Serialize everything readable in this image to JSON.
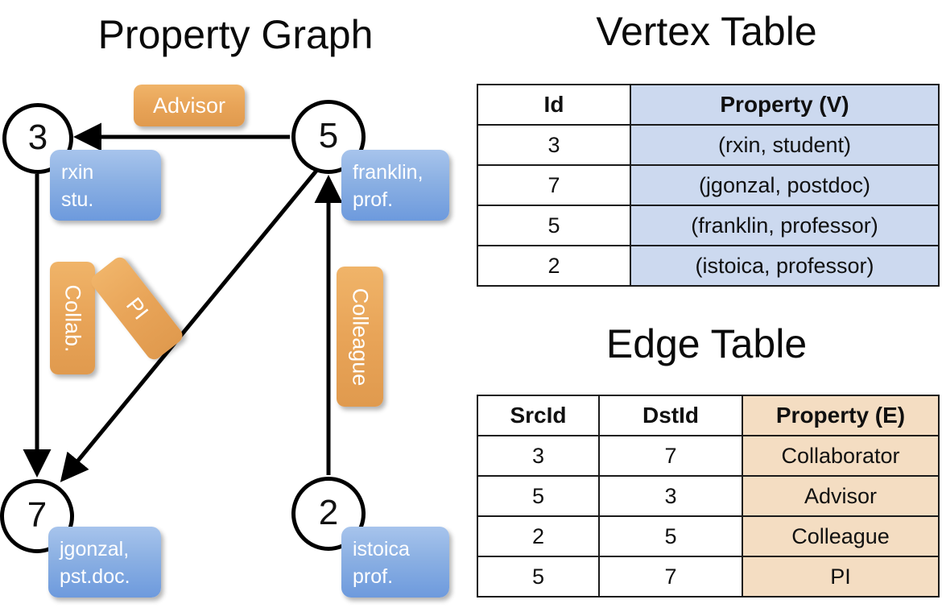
{
  "titles": {
    "property_graph": "Property Graph",
    "vertex_table": "Vertex Table",
    "edge_table": "Edge Table"
  },
  "graph": {
    "nodes": [
      {
        "id": "3",
        "property_lines": [
          "rxin",
          "stu."
        ]
      },
      {
        "id": "5",
        "property_lines": [
          "franklin,",
          "prof."
        ]
      },
      {
        "id": "7",
        "property_lines": [
          "jgonzal,",
          "pst.doc."
        ]
      },
      {
        "id": "2",
        "property_lines": [
          "istoica",
          "prof."
        ]
      }
    ],
    "edge_labels": {
      "advisor": "Advisor",
      "collab": "Collab.",
      "pi": "PI",
      "colleague": "Colleague"
    },
    "edges": [
      {
        "from": "5",
        "to": "3",
        "label": "Advisor"
      },
      {
        "from": "3",
        "to": "7",
        "label": "Collab."
      },
      {
        "from": "5",
        "to": "7",
        "label": "PI"
      },
      {
        "from": "2",
        "to": "5",
        "label": "Colleague"
      }
    ]
  },
  "vertex_table": {
    "headers": [
      "Id",
      "Property (V)"
    ],
    "rows": [
      {
        "id": "3",
        "property": "(rxin, student)"
      },
      {
        "id": "7",
        "property": "(jgonzal, postdoc)"
      },
      {
        "id": "5",
        "property": "(franklin, professor)"
      },
      {
        "id": "2",
        "property": "(istoica, professor)"
      }
    ]
  },
  "edge_table": {
    "headers": [
      "SrcId",
      "DstId",
      "Property (E)"
    ],
    "rows": [
      {
        "src": "3",
        "dst": "7",
        "property": "Collaborator"
      },
      {
        "src": "5",
        "dst": "3",
        "property": "Advisor"
      },
      {
        "src": "2",
        "dst": "5",
        "property": "Colleague"
      },
      {
        "src": "5",
        "dst": "7",
        "property": "PI"
      }
    ]
  },
  "colors": {
    "vertex_property_fill": "#ccd9ef",
    "edge_property_fill": "#f4ddc2",
    "node_box_blue": "#8bb0e3",
    "edge_label_orange": "#e8a458",
    "stroke": "#000000"
  }
}
